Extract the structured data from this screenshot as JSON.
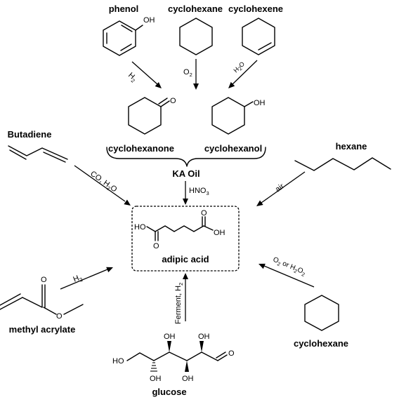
{
  "diagram": {
    "labels": {
      "phenol": "phenol",
      "cyclohexane_top": "cyclohexane",
      "cyclohexene": "cyclohexene",
      "cyclohexanone": "cyclohexanone",
      "cyclohexanol": "cyclohexanol",
      "ka_oil": "KA Oil",
      "butadiene": "Butadiene",
      "hexane": "hexane",
      "adipic_acid": "adipic acid",
      "methyl_acrylate": "methyl acrylate",
      "cyclohexane_bottom": "cyclohexane",
      "glucose": "glucose"
    },
    "reagents": {
      "h2_phenol": {
        "main": "H",
        "sub": "2"
      },
      "o2_cyclohexane": {
        "main": "O",
        "sub": "2"
      },
      "h2o_cyclohexene": {
        "a": "H",
        "sub": "2",
        "b": "O"
      },
      "hno3": {
        "a": "HNO",
        "sub": "3"
      },
      "co_h2o": {
        "a": "CO, H",
        "sub": "2",
        "b": "O"
      },
      "air": "air",
      "h2_methyl_acrylate": {
        "main": "H",
        "sub": "2"
      },
      "ferment": {
        "a": "Ferment, H",
        "sub": "2"
      },
      "oxidant": {
        "a": "O",
        "sub1": "2",
        "b": " or H",
        "sub2": "2",
        "c": "O",
        "sub3": "2"
      }
    },
    "atoms": {
      "oh": "OH",
      "ho": "HO",
      "o": "O"
    }
  }
}
